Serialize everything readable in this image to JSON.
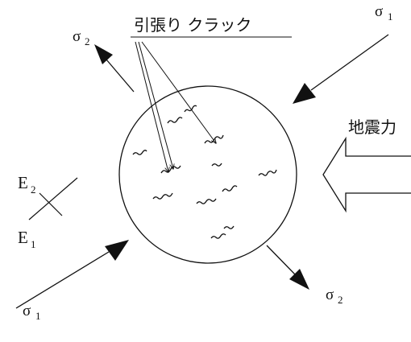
{
  "labels": {
    "crack_label": "引張り クラック",
    "seismic_force": "地震力",
    "sigma1_top": "σ",
    "sigma1_top_sub": "1",
    "sigma1_bottom": "σ",
    "sigma1_bottom_sub": "1",
    "sigma2_top": "σ",
    "sigma2_top_sub": "2",
    "sigma2_bottom": "σ",
    "sigma2_bottom_sub": "2",
    "e2": "E",
    "e2_sub": "2",
    "e1": "E",
    "e1_sub": "1"
  },
  "colors": {
    "line": "#111111",
    "background": "#ffffff"
  }
}
